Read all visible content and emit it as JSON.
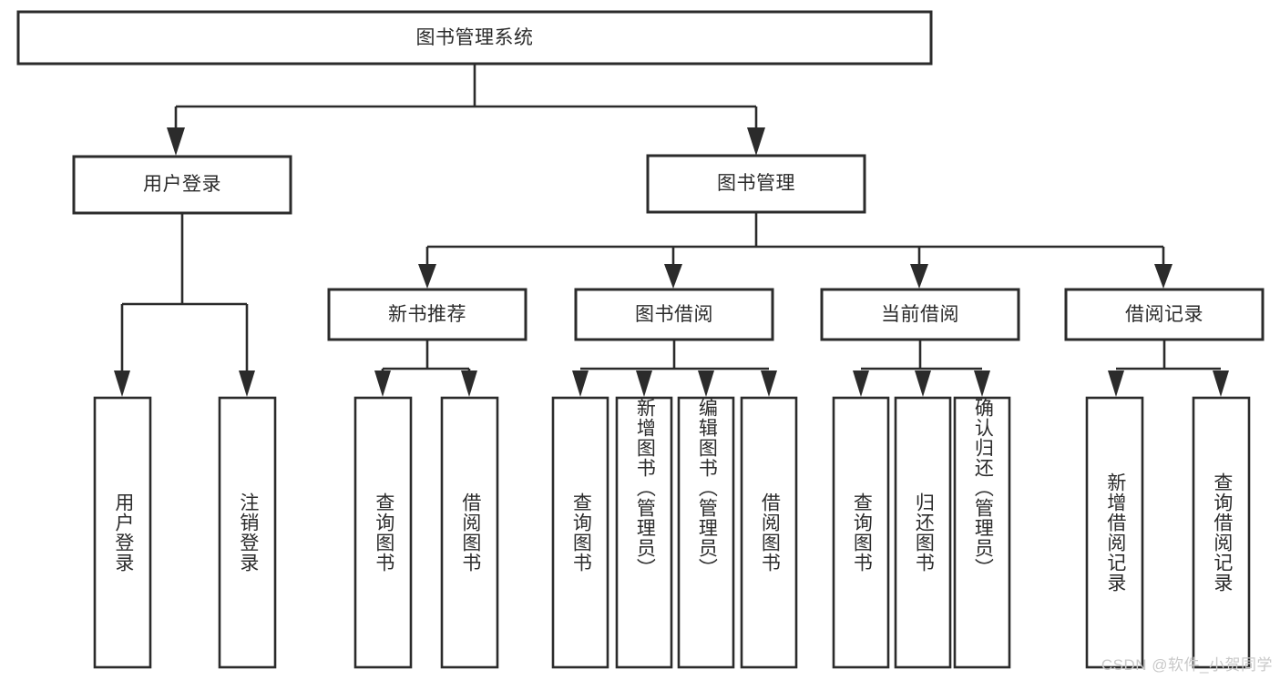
{
  "diagram": {
    "title": "图书管理系统",
    "type": "hierarchy-tree",
    "root": {
      "label": "图书管理系统"
    },
    "level2": [
      {
        "label": "用户登录"
      },
      {
        "label": "图书管理"
      }
    ],
    "level3": [
      {
        "label": "新书推荐"
      },
      {
        "label": "图书借阅"
      },
      {
        "label": "当前借阅"
      },
      {
        "label": "借阅记录"
      }
    ],
    "leaves": {
      "user_login": [
        {
          "label": "用户登录"
        },
        {
          "label": "注销登录"
        }
      ],
      "new_book_recommend": [
        {
          "label": "查询图书"
        },
        {
          "label": "借阅图书"
        }
      ],
      "book_borrow": [
        {
          "label": "查询图书"
        },
        {
          "label": "新增图书（管理员）"
        },
        {
          "label": "编辑图书（管理员）"
        },
        {
          "label": "借阅图书"
        }
      ],
      "current_borrow": [
        {
          "label": "查询图书"
        },
        {
          "label": "归还图书"
        },
        {
          "label": "确认归还（管理员）"
        }
      ],
      "borrow_record": [
        {
          "label": "新增借阅记录"
        },
        {
          "label": "查询借阅记录"
        }
      ]
    }
  },
  "watermark": {
    "text": "CSDN @软件_小贺同学"
  },
  "colors": {
    "stroke": "#2b2b2b",
    "fill": "#ffffff",
    "text": "#2b2b2b",
    "watermark": "#c9c9c9"
  }
}
